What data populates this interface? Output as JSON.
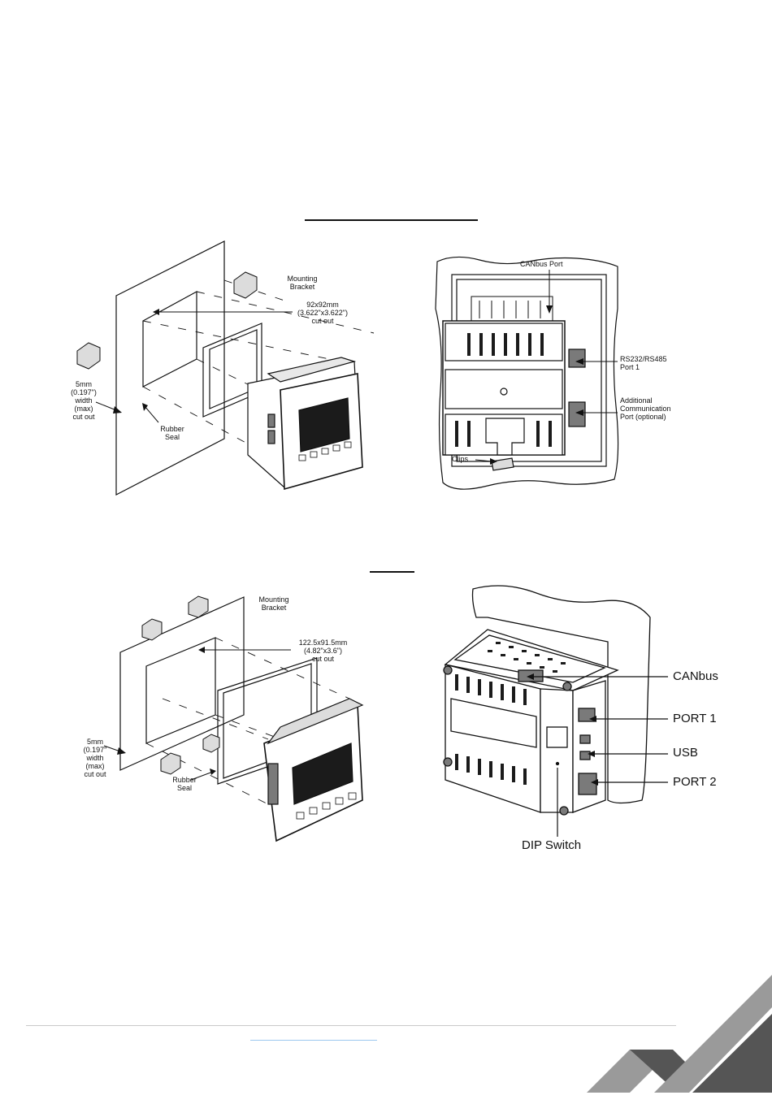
{
  "diagram1": {
    "labels": {
      "mounting_bracket": "Mounting\nBracket",
      "cutout": "92x92mm\n(3.622\"x3.622\")\ncut out",
      "width": "5mm\n(0.197\")\nwidth\n(max)\ncut out",
      "rubber_seal": "Rubber\nSeal"
    }
  },
  "diagram2": {
    "labels": {
      "canbus_port": "CANbus Port",
      "rs_port": "RS232/RS485\nPort 1",
      "additional_port": "Additional\nCommunication\nPort (optional)",
      "clips": "Clips"
    }
  },
  "diagram3": {
    "labels": {
      "mounting_bracket": "Mounting\nBracket",
      "cutout": "122.5x91.5mm\n(4.82\"x3.6\")\ncut out",
      "width": "5mm\n(0.197\"\nwidth\n(max)\ncut out",
      "rubber_seal": "Rubber\nSeal"
    }
  },
  "diagram4": {
    "labels": {
      "canbus": "CANbus",
      "port1": "PORT 1",
      "usb": "USB",
      "port2": "PORT 2",
      "dip_switch": "DIP Switch"
    }
  },
  "colors": {
    "line": "#111111",
    "fill_dark": "#1b1b1b",
    "shade": "#7a7a7a",
    "light": "#dcdcdc",
    "logo_dark": "#555555",
    "logo_light": "#9a9a9a"
  }
}
